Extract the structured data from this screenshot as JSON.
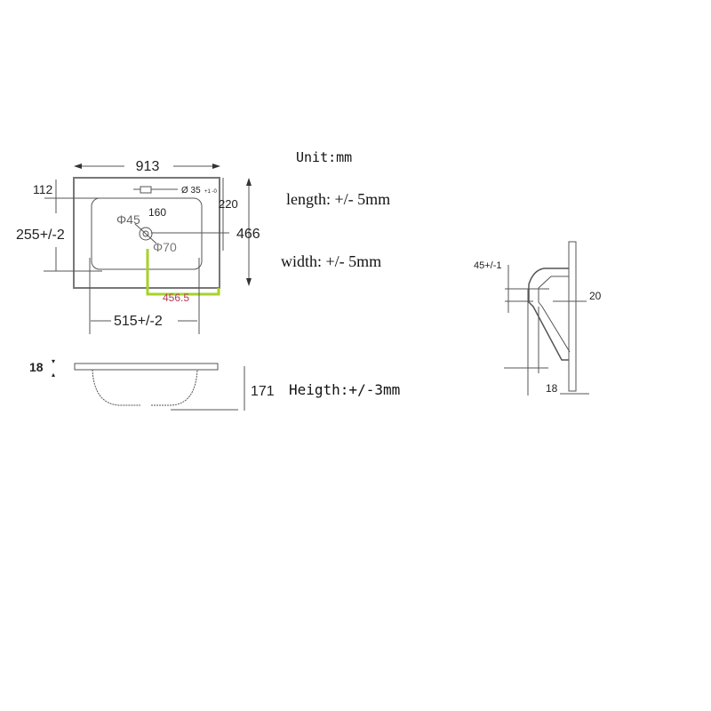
{
  "notes": {
    "unit": "Unit:mm",
    "length": "length: +/- 5mm",
    "width": "width:  +/- 5mm",
    "height": "Heigth:+/-3mm"
  },
  "top_view": {
    "overall_length": "913",
    "overall_width": "466",
    "tap_offset": "112",
    "tap_hole": "Ø 35",
    "tap_tol": "+1 -0",
    "bowl_depth_pos": "220",
    "drain_offset": "160",
    "drain_small": "Φ45",
    "drain_large": "Φ70",
    "bowl_width": "255+/-2",
    "drain_center": "456.5",
    "bowl_length": "515+/-2"
  },
  "side_view": {
    "rim_thickness": "18",
    "total_height": "171"
  },
  "section_view": {
    "overflow": "45+/-1",
    "wall": "20",
    "rim": "18"
  },
  "colors": {
    "highlight": "#a6d22a",
    "dim_text_red": "#b04050"
  }
}
